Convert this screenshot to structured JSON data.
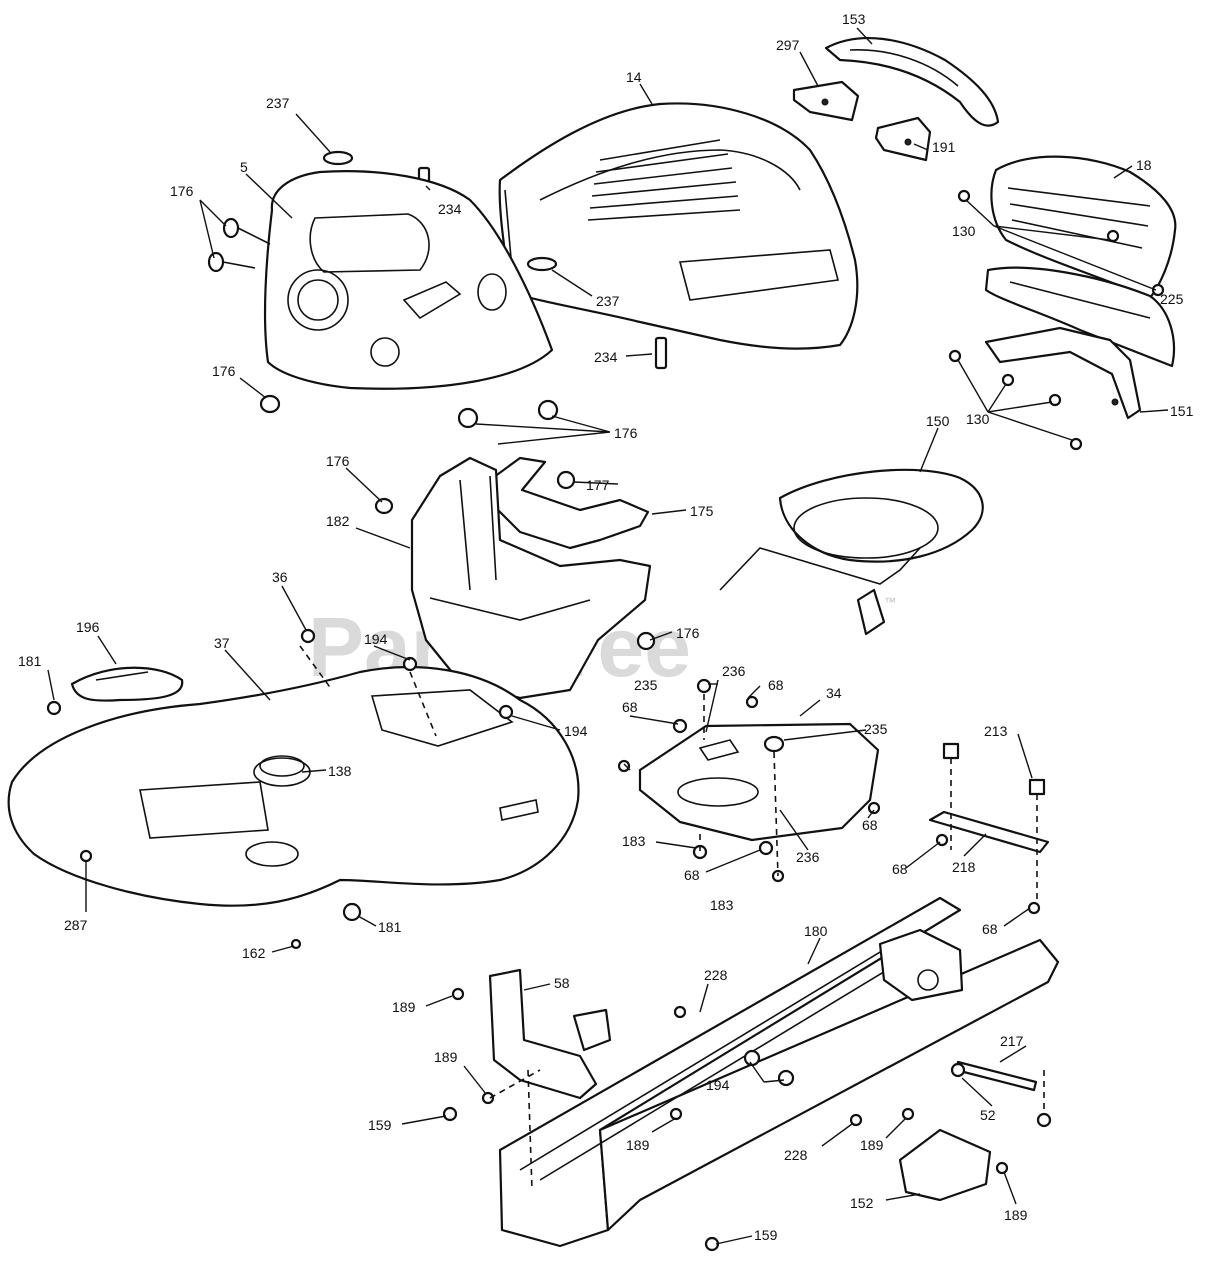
{
  "watermark": {
    "text": "PartsTree",
    "mark": "™"
  },
  "callouts": [
    {
      "id": "c153a",
      "label": "153"
    },
    {
      "id": "c297",
      "label": "297"
    },
    {
      "id": "c14",
      "label": "14"
    },
    {
      "id": "c237a",
      "label": "237"
    },
    {
      "id": "c191",
      "label": "191"
    },
    {
      "id": "c18",
      "label": "18"
    },
    {
      "id": "c5",
      "label": "5"
    },
    {
      "id": "c176a",
      "label": "176"
    },
    {
      "id": "c234a",
      "label": "234"
    },
    {
      "id": "c130a",
      "label": "130"
    },
    {
      "id": "c225",
      "label": "225"
    },
    {
      "id": "c237b",
      "label": "237"
    },
    {
      "id": "c234b",
      "label": "234"
    },
    {
      "id": "c176b",
      "label": "176"
    },
    {
      "id": "c130b",
      "label": "130"
    },
    {
      "id": "c151",
      "label": "151"
    },
    {
      "id": "c176c",
      "label": "176"
    },
    {
      "id": "c150",
      "label": "150"
    },
    {
      "id": "c176d",
      "label": "176"
    },
    {
      "id": "c177",
      "label": "177"
    },
    {
      "id": "c175",
      "label": "175"
    },
    {
      "id": "c182",
      "label": "182"
    },
    {
      "id": "c36",
      "label": "36"
    },
    {
      "id": "c196",
      "label": "196"
    },
    {
      "id": "c37",
      "label": "37"
    },
    {
      "id": "c194a",
      "label": "194"
    },
    {
      "id": "c176e",
      "label": "176"
    },
    {
      "id": "c181a",
      "label": "181"
    },
    {
      "id": "c236a",
      "label": "236"
    },
    {
      "id": "c235a",
      "label": "235"
    },
    {
      "id": "c68a",
      "label": "68"
    },
    {
      "id": "c34",
      "label": "34"
    },
    {
      "id": "c194b",
      "label": "194"
    },
    {
      "id": "c68b",
      "label": "68"
    },
    {
      "id": "c235b",
      "label": "235"
    },
    {
      "id": "c213",
      "label": "213"
    },
    {
      "id": "c138",
      "label": "138"
    },
    {
      "id": "c68c",
      "label": "68"
    },
    {
      "id": "c183a",
      "label": "183"
    },
    {
      "id": "c236b",
      "label": "236"
    },
    {
      "id": "c68d",
      "label": "68"
    },
    {
      "id": "c218",
      "label": "218"
    },
    {
      "id": "c68e",
      "label": "68"
    },
    {
      "id": "c183b",
      "label": "183"
    },
    {
      "id": "c287",
      "label": "287"
    },
    {
      "id": "c181b",
      "label": "181"
    },
    {
      "id": "c68f",
      "label": "68"
    },
    {
      "id": "c162",
      "label": "162"
    },
    {
      "id": "c180",
      "label": "180"
    },
    {
      "id": "c228a",
      "label": "228"
    },
    {
      "id": "c58",
      "label": "58"
    },
    {
      "id": "c189a",
      "label": "189"
    },
    {
      "id": "c217",
      "label": "217"
    },
    {
      "id": "c189b",
      "label": "189"
    },
    {
      "id": "c194c",
      "label": "194"
    },
    {
      "id": "c52",
      "label": "52"
    },
    {
      "id": "c159a",
      "label": "159"
    },
    {
      "id": "c189c",
      "label": "189"
    },
    {
      "id": "c228b",
      "label": "228"
    },
    {
      "id": "c189d",
      "label": "189"
    },
    {
      "id": "c152",
      "label": "152"
    },
    {
      "id": "c189e",
      "label": "189"
    },
    {
      "id": "c159b",
      "label": "159"
    }
  ]
}
